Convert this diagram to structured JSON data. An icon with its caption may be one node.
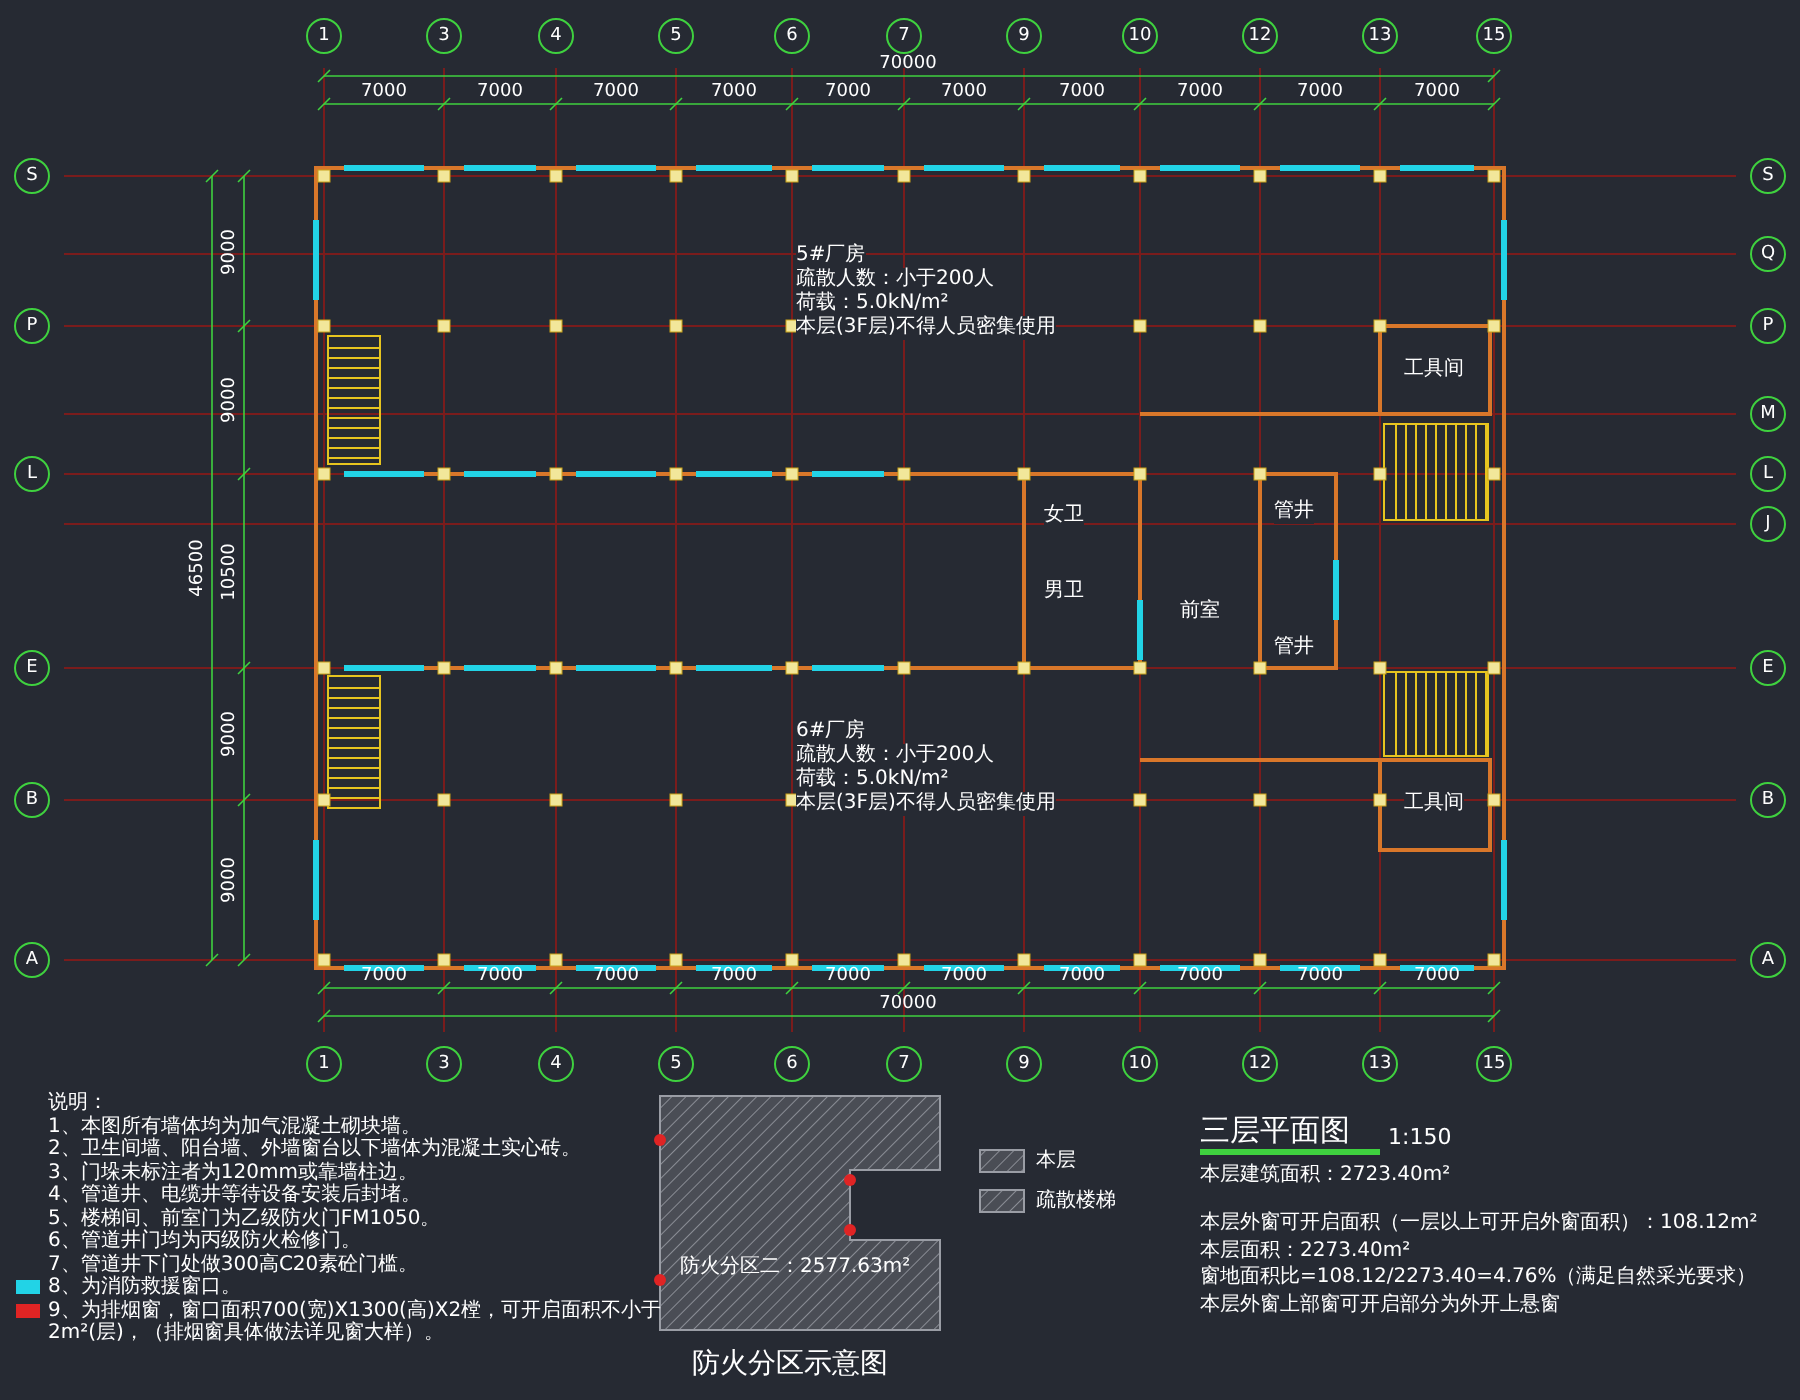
{
  "diagram": {
    "title": "三层平面图",
    "nodes": [
      {
        "text": [
          "1"
        ]
      },
      {
        "text": [
          "3"
        ]
      },
      {
        "text": [
          "4"
        ]
      },
      {
        "text": [
          "5"
        ]
      },
      {
        "text": [
          "6"
        ]
      },
      {
        "text": [
          "7"
        ]
      },
      {
        "text": [
          "9"
        ]
      },
      {
        "text": [
          "10"
        ]
      },
      {
        "text": [
          "12"
        ]
      },
      {
        "text": [
          "13"
        ]
      },
      {
        "text": [
          "15"
        ]
      },
      {
        "text": [
          "S"
        ]
      },
      {
        "text": [
          "P"
        ]
      },
      {
        "text": [
          "L"
        ]
      },
      {
        "text": [
          "E"
        ]
      },
      {
        "text": [
          "B"
        ]
      },
      {
        "text": [
          "A"
        ]
      },
      {
        "text": [
          "S"
        ]
      },
      {
        "text": [
          "Q"
        ]
      },
      {
        "text": [
          "P"
        ]
      },
      {
        "text": [
          "M"
        ]
      },
      {
        "text": [
          "L"
        ]
      },
      {
        "text": [
          "J"
        ]
      },
      {
        "text": [
          "E"
        ]
      },
      {
        "text": [
          "B"
        ]
      },
      {
        "text": [
          "A"
        ]
      },
      {
        "text": [
          "5#厂房",
          "疏散人数：小于200人",
          "荷载：5.0kN/m²",
          "本层(3F层)不得人员密集使用"
        ]
      },
      {
        "text": [
          "工具间"
        ]
      },
      {
        "text": [
          "女卫"
        ]
      },
      {
        "text": [
          "男卫"
        ]
      },
      {
        "text": [
          "管井"
        ]
      },
      {
        "text": [
          "前室"
        ]
      },
      {
        "text": [
          "管井"
        ]
      },
      {
        "text": [
          "6#厂房",
          "疏散人数：小于200人",
          "荷载：5.0kN/m²",
          "本层(3F层)不得人员密集使用"
        ]
      },
      {
        "text": [
          "工具间"
        ]
      },
      {
        "text": [
          "1"
        ]
      },
      {
        "text": [
          "3"
        ]
      },
      {
        "text": [
          "4"
        ]
      },
      {
        "text": [
          "5"
        ]
      },
      {
        "text": [
          "6"
        ]
      },
      {
        "text": [
          "7"
        ]
      },
      {
        "text": [
          "9"
        ]
      },
      {
        "text": [
          "10"
        ]
      },
      {
        "text": [
          "12"
        ]
      },
      {
        "text": [
          "13"
        ]
      },
      {
        "text": [
          "15"
        ]
      }
    ],
    "labels": [
      "70000",
      "7000",
      "7000",
      "7000",
      "7000",
      "7000",
      "7000",
      "7000",
      "7000",
      "7000",
      "7000",
      "70000",
      "7000",
      "7000",
      "7000",
      "7000",
      "7000",
      "7000",
      "7000",
      "7000",
      "7000",
      "7000",
      "46500",
      "9000",
      "9000",
      "10500",
      "9000",
      "9000",
      "说明：",
      "1、本图所有墙体均为加气混凝土砌块墙。",
      "2、卫生间墙、阳台墙、外墙窗台以下墙体为混凝土实心砖。",
      "3、门垛未标注者为120mm或靠墙柱边。",
      "4、管道井、电缆井等待设备安装后封堵。",
      "5、楼梯间、前室门为乙级防火门FM1050。",
      "6、管道井门均为丙级防火检修门。",
      "7、管道井下门处做300高C20素砼门槛。",
      "8、为消防救援窗口。",
      "9、为排烟窗，窗口面积700(宽)X1300(高)X2樘，可开启面积不小于2m²(层)，（排烟窗具体做法详见窗大样）。",
      "防火分区二：2577.63m²",
      "防火分区示意图",
      "1:150",
      "本层建筑面积：2723.40m²",
      "本层外窗可开启面积（一层以上可开启外窗面积）：108.12m²",
      "本层面积：2273.40m²",
      "窗地面积比=108.12/2273.40=4.76%（满足自然采光要求）",
      "本层外窗上部窗可开启部分为外开上悬窗"
    ],
    "legend": [
      {
        "text": "本层"
      },
      {
        "text": "疏散楼梯"
      }
    ]
  }
}
